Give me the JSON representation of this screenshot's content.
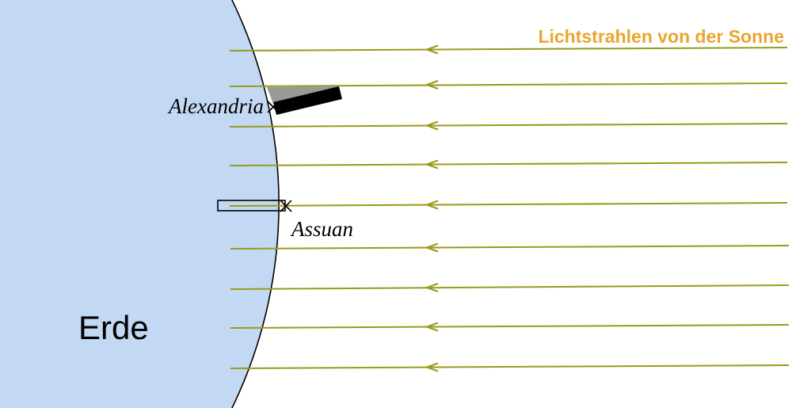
{
  "title": "Lichtstrahlen von der Sonne",
  "earth_label": "Erde",
  "cities": {
    "alexandria": "Alexandria",
    "assuan": "Assuan"
  },
  "colors": {
    "earth": "#c3d9f3",
    "ray": "#9a9a1a",
    "title": "#eba52d",
    "outline": "#000000",
    "shadow": "#999999",
    "obelisk": "#000000"
  }
}
